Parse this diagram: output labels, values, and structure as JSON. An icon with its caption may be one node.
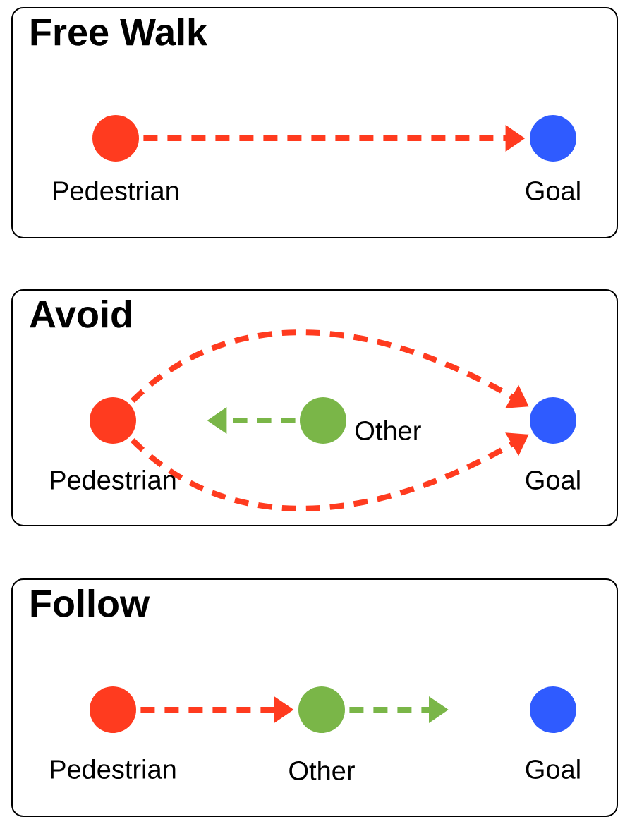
{
  "diagram": {
    "nodes": [
      {
        "text": [
          "Free Walk"
        ]
      },
      {
        "text": [],
        "shape": "circle",
        "in": 0,
        "beside": [
          "Pedestrian"
        ]
      },
      {
        "text": [],
        "shape": "circle",
        "in": 0,
        "beside": [
          "Goal"
        ]
      },
      {
        "text": [
          "Avoid"
        ]
      },
      {
        "text": [],
        "shape": "circle",
        "in": 3,
        "beside": [
          "Pedestrian"
        ]
      },
      {
        "text": [],
        "shape": "circle",
        "in": 3,
        "beside": [
          "Other"
        ]
      },
      {
        "text": [],
        "shape": "circle",
        "in": 3,
        "beside": [
          "Goal"
        ]
      },
      {
        "text": [
          "Follow"
        ]
      },
      {
        "text": [],
        "shape": "circle",
        "in": 7,
        "beside": [
          "Pedestrian"
        ]
      },
      {
        "text": [],
        "shape": "circle",
        "in": 7,
        "beside": [
          "Other"
        ]
      },
      {
        "text": [],
        "shape": "circle",
        "in": 7,
        "beside": [
          "Goal"
        ]
      }
    ],
    "edges": [
      {
        "from": 1,
        "to": 2,
        "arrow": "to",
        "style": "dashed"
      },
      {
        "from": 4,
        "to": 6,
        "arrow": "to",
        "style": "dashed"
      },
      {
        "from": 4,
        "to": 6,
        "arrow": "to",
        "style": "dashed"
      },
      {
        "from": 5,
        "to": 4,
        "arrow": "to",
        "style": "dashed",
        "color": "#7ab648"
      },
      {
        "from": 8,
        "to": 9,
        "arrow": "to",
        "style": "dashed"
      },
      {
        "from": 9,
        "to": null,
        "arrow": "to",
        "style": "dashed",
        "color": "#7ab648"
      }
    ]
  }
}
